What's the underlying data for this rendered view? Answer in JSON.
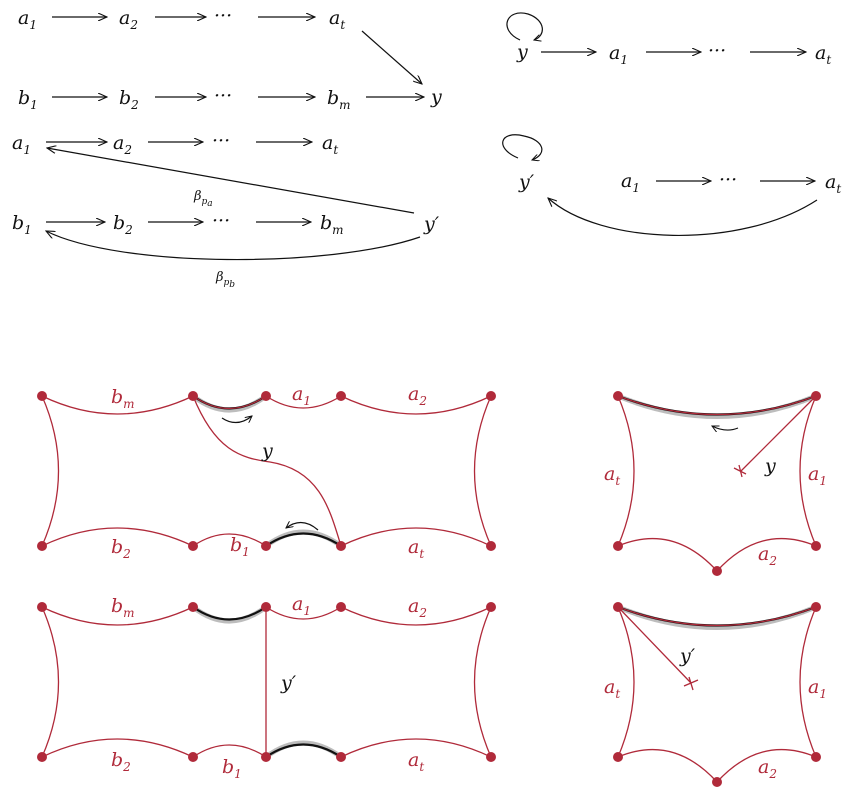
{
  "quivers": {
    "q1": {
      "row_a": {
        "first": "a",
        "first_sub": "1",
        "second": "a",
        "second_sub": "2",
        "dots": "···",
        "last": "a",
        "last_sub": "t"
      },
      "row_b": {
        "first": "b",
        "first_sub": "1",
        "second": "b",
        "second_sub": "2",
        "dots": "···",
        "last": "b",
        "last_sub": "m"
      },
      "target": "y"
    },
    "q2": {
      "loop_vertex": "y",
      "row": {
        "first": "a",
        "first_sub": "1",
        "dots": "···",
        "last": "a",
        "last_sub": "t"
      }
    },
    "q3": {
      "row_a": {
        "first": "a",
        "first_sub": "1",
        "second": "a",
        "second_sub": "2",
        "dots": "···",
        "last": "a",
        "last_sub": "t"
      },
      "row_b": {
        "first": "b",
        "first_sub": "1",
        "second": "b",
        "second_sub": "2",
        "dots": "···",
        "last": "b",
        "last_sub": "m"
      },
      "source": "y′",
      "beta_a": {
        "base": "β",
        "sub": "p",
        "subsub": "a"
      },
      "beta_b": {
        "base": "β",
        "sub": "p",
        "subsub": "b"
      }
    },
    "q4": {
      "loop_vertex": "y′",
      "row": {
        "first": "a",
        "first_sub": "1",
        "dots": "···",
        "last": "a",
        "last_sub": "t"
      }
    }
  },
  "surfaces": {
    "s1": {
      "bm": "b",
      "bm_sub": "m",
      "a1": "a",
      "a1_sub": "1",
      "a2": "a",
      "a2_sub": "2",
      "b2": "b",
      "b2_sub": "2",
      "b1": "b",
      "b1_sub": "1",
      "at": "a",
      "at_sub": "t",
      "arc": "y"
    },
    "s2": {
      "at": "a",
      "at_sub": "t",
      "a1": "a",
      "a1_sub": "1",
      "a2": "a",
      "a2_sub": "2",
      "arc": "y"
    },
    "s3": {
      "bm": "b",
      "bm_sub": "m",
      "a1": "a",
      "a1_sub": "1",
      "a2": "a",
      "a2_sub": "2",
      "b2": "b",
      "b2_sub": "2",
      "b1": "b",
      "b1_sub": "1",
      "at": "a",
      "at_sub": "t",
      "arc": "y′"
    },
    "s4": {
      "at": "a",
      "at_sub": "t",
      "a1": "a",
      "a1_sub": "1",
      "a2": "a",
      "a2_sub": "2",
      "arc": "y′"
    }
  },
  "colors": {
    "edge": "#b02a3a",
    "arrow": "#111111",
    "highlight": "#bdbdbd"
  }
}
